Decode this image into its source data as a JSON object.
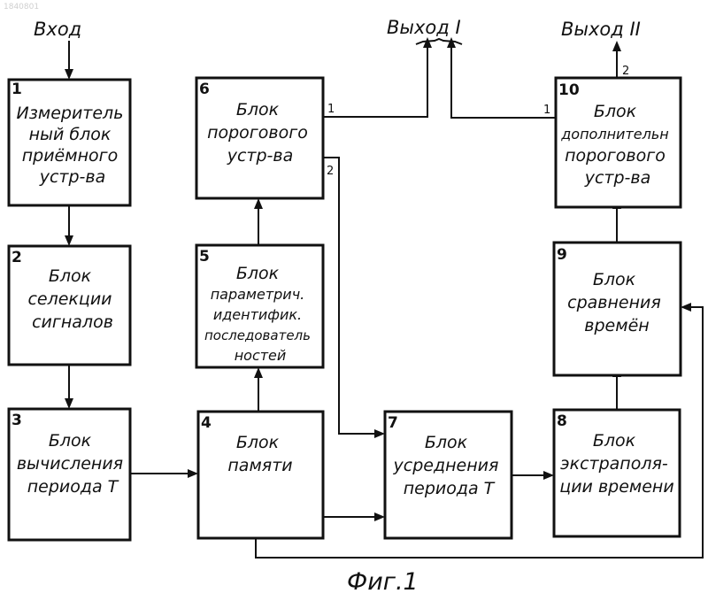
{
  "diagram": {
    "stamp": "1840801",
    "input_label": "Вход",
    "output1_label": "Выход I",
    "output2_label": "Выход II",
    "caption": "Фиг.1",
    "blocks": [
      {
        "id": "1",
        "lines": [
          "Измеритель",
          "ный блок",
          "приёмного",
          "устр-ва"
        ]
      },
      {
        "id": "2",
        "lines": [
          "Блок",
          "селекции",
          "сигналов"
        ]
      },
      {
        "id": "3",
        "lines": [
          "Блок",
          "вычисления",
          "периода Т"
        ]
      },
      {
        "id": "4",
        "lines": [
          "Блок",
          "памяти"
        ]
      },
      {
        "id": "5",
        "lines": [
          "Блок",
          "параметрич.",
          "идентифик.",
          "последователь",
          "ностей"
        ]
      },
      {
        "id": "6",
        "lines": [
          "Блок",
          "порогового",
          "устр-ва"
        ]
      },
      {
        "id": "7",
        "lines": [
          "Блок",
          "усреднения",
          "периода Т"
        ]
      },
      {
        "id": "8",
        "lines": [
          "Блок",
          "экстраполя-",
          "ции времени"
        ]
      },
      {
        "id": "9",
        "lines": [
          "Блок",
          "сравнения",
          "времён"
        ]
      },
      {
        "id": "10",
        "lines": [
          "Блок",
          "дополнительн",
          "порогового",
          "устр-ва"
        ]
      }
    ],
    "ports": {
      "b6_out1": "1",
      "b6_out2": "2",
      "b10_out1": "1",
      "b10_out2": "2"
    }
  }
}
